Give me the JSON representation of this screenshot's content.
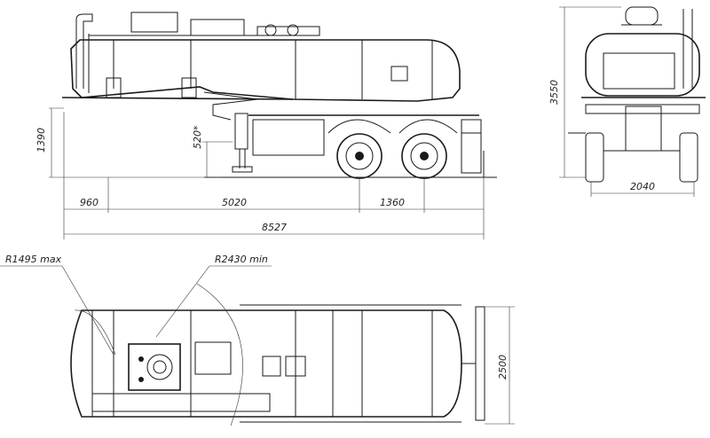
{
  "dimensions": {
    "overall_length": "8527",
    "front_overhang": "960",
    "wheelbase": "5020",
    "axle_spread": "1360",
    "coupling_height": "1390",
    "support_height": "520*",
    "overall_height": "3550",
    "overall_width_rear": "2040",
    "overall_width": "2500"
  },
  "notes": {
    "front_radius": "R1495 max",
    "turn_radius": "R2430 min"
  }
}
